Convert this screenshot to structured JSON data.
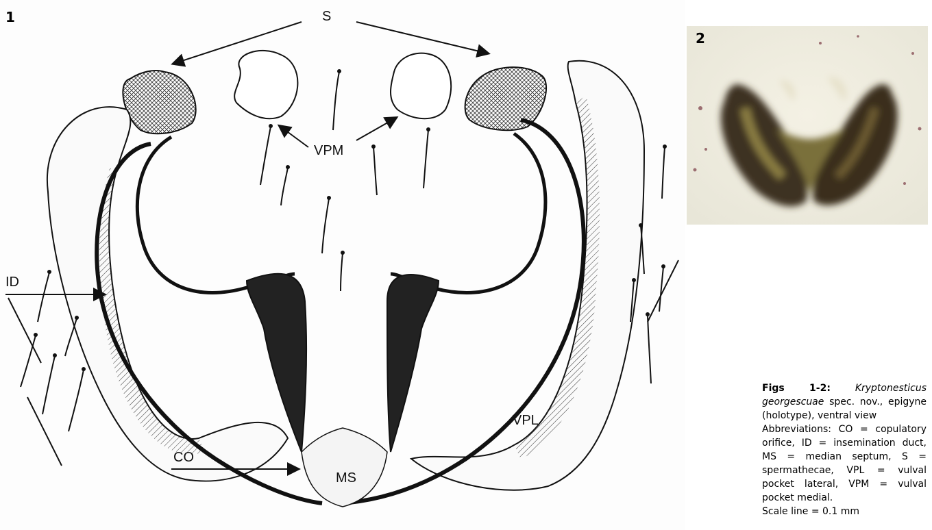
{
  "figure1": {
    "number": "1",
    "labels": {
      "s": "S",
      "vpm": "VPM",
      "id": "ID",
      "co": "CO",
      "ms": "MS",
      "vpl": "VPL"
    }
  },
  "figure2": {
    "number": "2"
  },
  "caption": {
    "figs": "Figs 1-2:",
    "species": "Kryptonesticus georgescuae",
    "line1": "spec. nov., epigyne (holotype), ventral view",
    "abbreviations": "Abbreviations: CO = copulatory orifice, ID = insemination duct, MS = median septum, S = spermathecae, VPL = vulval pocket lateral, VPM = vulval pocket medial.",
    "scale": "Scale line = 0.1 mm"
  }
}
